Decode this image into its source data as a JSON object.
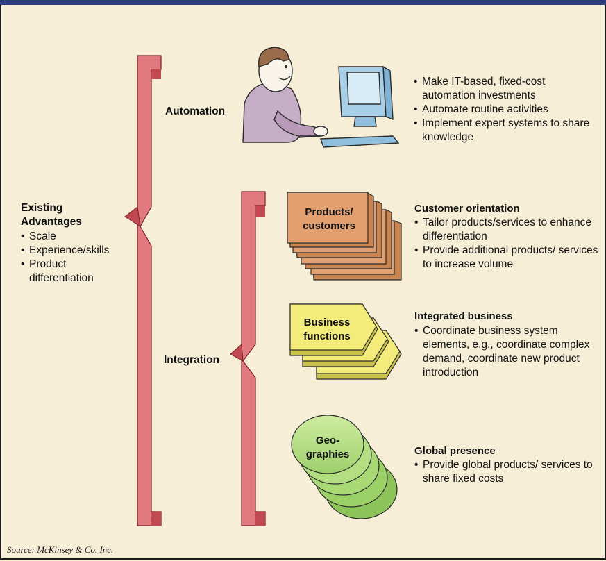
{
  "existing": {
    "title": "Existing Advantages",
    "items": [
      "Scale",
      "Experience/skills",
      "Product differentiation"
    ]
  },
  "automation": {
    "label": "Automation",
    "bullets": [
      "Make IT-based, fixed-cost automation investments",
      "Automate routine activities",
      "Implement expert systems to share knowledge"
    ]
  },
  "integration": {
    "label": "Integration"
  },
  "products": {
    "shape_label": "Products/ customers",
    "heading": "Customer orientation",
    "bullets": [
      "Tailor products/services to enhance differentiation",
      "Provide additional products/ services to increase volume"
    ]
  },
  "business": {
    "shape_label": "Business functions",
    "heading": "Integrated business",
    "bullets": [
      "Coordinate business system elements, e.g., coordinate complex demand, coordinate new product introduction"
    ]
  },
  "geographies": {
    "shape_label": "Geo- graphies",
    "heading": "Global presence",
    "bullets": [
      "Provide global products/ services to share fixed costs"
    ]
  },
  "source": "Source: McKinsey & Co. Inc.",
  "colors": {
    "background": "#f6eed6",
    "bracket": "#e07a7e",
    "bracket_dark": "#c14a52",
    "products": "#e2a070",
    "business": "#f3ec7a",
    "geographies": "#b3df82",
    "monitor": "#a8cfe8",
    "top_bar": "#2b3d7c"
  },
  "icons": [
    "person-at-computer-icon"
  ]
}
